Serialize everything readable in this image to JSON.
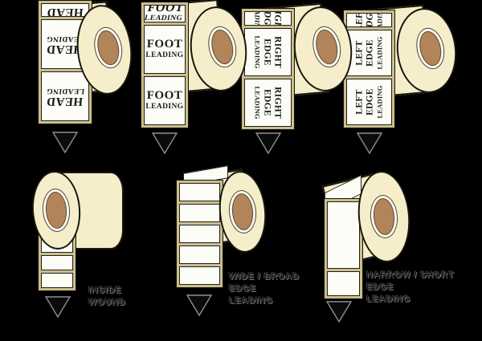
{
  "colors": {
    "background": "#000000",
    "cream": "#f6eeca",
    "core": "#b2845a",
    "liner": "#cdbe8c",
    "label_bg": "#fdfdf8",
    "text": "#1a1a1a",
    "caption": "#161616",
    "caption_halo": "#6e6e6e"
  },
  "arrow_icon": "down-triangle",
  "units": [
    {
      "id": "head-leading",
      "label_lines": [
        "HEAD",
        "LEADING"
      ]
    },
    {
      "id": "foot-leading",
      "label_lines": [
        "FOOT",
        "LEADING"
      ]
    },
    {
      "id": "right-edge-leading",
      "label_lines": [
        "RIGHT",
        "EDGE",
        "LEADING"
      ]
    },
    {
      "id": "left-edge-leading",
      "label_lines": [
        "LEFT",
        "EDGE",
        "LEADING"
      ]
    },
    {
      "id": "inside-wound",
      "caption_lines": [
        "INSIDE",
        "WOUND"
      ]
    },
    {
      "id": "wide-broad-edge-leading",
      "caption_lines": [
        "WIDE / BROAD",
        "EDGE",
        "LEADING"
      ]
    },
    {
      "id": "narrow-short-edge-leading",
      "caption_lines": [
        "NARROW / SHORT",
        "EDGE",
        "LEADING"
      ]
    }
  ]
}
